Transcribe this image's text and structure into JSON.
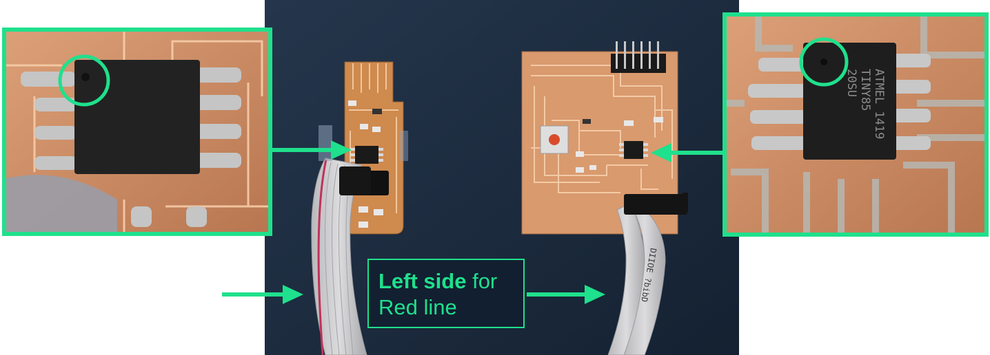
{
  "caption": {
    "bold": "Left side",
    "rest1": " for",
    "line2": "Red line"
  },
  "chip_marking": {
    "line1": "ATMEL 1419",
    "line2": "TINY85",
    "line3": "20SU"
  },
  "cable_print": "DIIOE ?bibD",
  "colors": {
    "accent": "#1fe08c",
    "background": "#1c2a3c",
    "pcb": "#d99a6e",
    "ribbon_cable": "#cfcfd1",
    "red_line": "#c0325a"
  },
  "icons": [
    "arrow-right-icon",
    "arrow-left-icon"
  ]
}
